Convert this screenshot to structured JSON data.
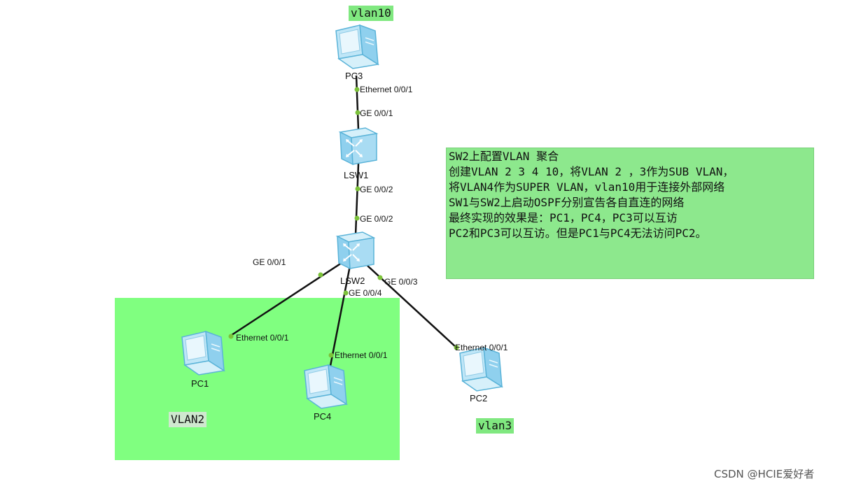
{
  "tags": {
    "vlan10": "vlan10",
    "vlan2": "VLAN2",
    "vlan3": "vlan3"
  },
  "note": {
    "lines": [
      "SW2上配置VLAN 聚合",
      "创建VLAN 2 3 4 10，将VLAN 2 ，3作为SUB VLAN，",
      "将VLAN4作为SUPER VLAN，vlan10用于连接外部网络",
      "",
      "SW1与SW2上启动OSPF分别宣告各自直连的网络",
      "",
      "最终实现的效果是：PC1，PC4，PC3可以互访",
      "PC2和PC3可以互访。但是PC1与PC4无法访问PC2。"
    ]
  },
  "devices": {
    "pc3": "PC3",
    "lsw1": "LSW1",
    "lsw2": "LSW2",
    "pc1": "PC1",
    "pc4": "PC4",
    "pc2": "PC2"
  },
  "ports": {
    "pc3_eth": "Ethernet 0/0/1",
    "lsw1_ge001": "GE 0/0/1",
    "lsw1_ge002": "GE 0/0/2",
    "lsw2_ge002": "GE 0/0/2",
    "lsw2_ge001": "GE 0/0/1",
    "lsw2_ge003": "GE 0/0/3",
    "lsw2_ge004": "GE 0/0/4",
    "pc1_eth": "Ethernet 0/0/1",
    "pc4_eth": "Ethernet 0/0/1",
    "pc2_eth": "Ethernet 0/0/1"
  },
  "colors": {
    "vlan_zone": "#80ff80",
    "link": "#111111",
    "port_dot": "#7cc23a"
  },
  "watermark": "CSDN @HCIE爱好者"
}
